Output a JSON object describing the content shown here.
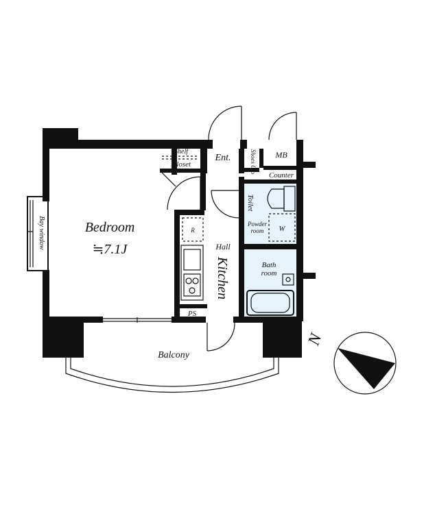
{
  "rooms": {
    "bedroom": "Bedroom",
    "bedroom_size": "≒7.1J",
    "bay_window": "Bay window",
    "shelf": "Shelf",
    "closet": "Closet",
    "entrance": "Ent.",
    "shoes_closet": "Shoes Clo",
    "meter_box": "MB",
    "counter": "Counter",
    "toilet": "Toilet",
    "powder_room": [
      "Powder",
      "room"
    ],
    "washer": "W",
    "refrigerator": "R",
    "hall": "Hall",
    "kitchen": "Kitchen",
    "bathroom": [
      "Bath",
      "room"
    ],
    "pipe_space": "PS",
    "balcony": "Balcony"
  },
  "compass": {
    "north_label": "N"
  },
  "colors": {
    "wall": "#111111",
    "wet_area": "#e6f3fa",
    "background": "#ffffff"
  }
}
